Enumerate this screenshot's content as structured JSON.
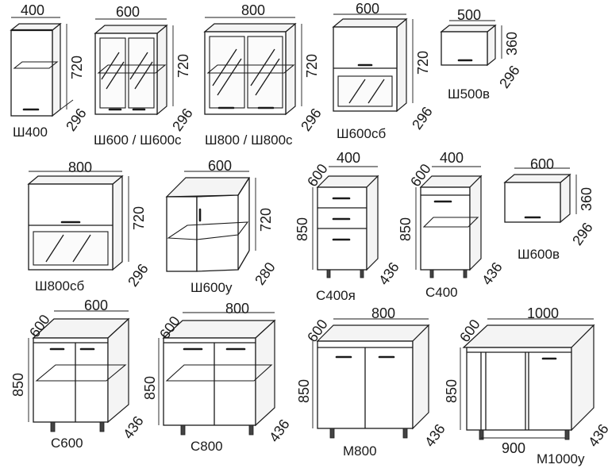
{
  "items": [
    {
      "name": "Ш400",
      "w": "400",
      "h": "720",
      "d": "296"
    },
    {
      "name": "Ш600 / Ш600с",
      "w": "600",
      "h": "720",
      "d": "296"
    },
    {
      "name": "Ш800 / Ш800с",
      "w": "800",
      "h": "720",
      "d": "296"
    },
    {
      "name": "Ш600сб",
      "w": "600",
      "h": "720",
      "d": "296"
    },
    {
      "name": "Ш500в",
      "w": "500",
      "h": "360",
      "d": "296"
    },
    {
      "name": "Ш800сб",
      "w": "800",
      "h": "720",
      "d": "296"
    },
    {
      "name": "Ш600у",
      "w": "600",
      "h": "720",
      "d": "280"
    },
    {
      "name": "С400я",
      "w": "400",
      "h": "850",
      "d": "436",
      "top": "600"
    },
    {
      "name": "С400",
      "w": "400",
      "h": "850",
      "d": "436",
      "top": "600"
    },
    {
      "name": "Ш600в",
      "w": "600",
      "h": "360",
      "d": "296"
    },
    {
      "name": "С600",
      "w": "600",
      "h": "850",
      "d": "436",
      "top": "600"
    },
    {
      "name": "С800",
      "w": "800",
      "h": "850",
      "d": "436",
      "top": "600"
    },
    {
      "name": "М800",
      "w": "800",
      "h": "850",
      "d": "436",
      "top": "600"
    },
    {
      "name": "М1000у",
      "w": "1000",
      "h": "850",
      "d": "436",
      "top": "600",
      "inner": "900"
    }
  ]
}
